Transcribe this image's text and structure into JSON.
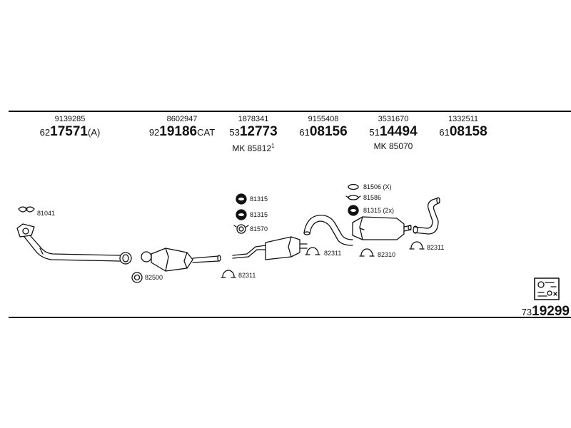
{
  "parts": [
    {
      "small": "9139285",
      "prefix": "62",
      "bold": "17571",
      "suffix": "(A)"
    },
    {
      "small": "8602947",
      "prefix": "92",
      "bold": "19186",
      "suffix": "CAT"
    },
    {
      "small": "1878341",
      "prefix": "53",
      "bold": "12773",
      "suffix": "",
      "mk": "MK 85812",
      "mk_sup": "1"
    },
    {
      "small": "9155408",
      "prefix": "61",
      "bold": "08156",
      "suffix": ""
    },
    {
      "small": "3531670",
      "prefix": "51",
      "bold": "14494",
      "suffix": "",
      "mk": "MK 85070"
    },
    {
      "small": "1332511",
      "prefix": "61",
      "bold": "08158",
      "suffix": ""
    }
  ],
  "callouts": {
    "c81041": "81041",
    "c82500": "82500",
    "c81315a": "81315",
    "c81315b": "81315",
    "c81570": "81570",
    "c82311a": "82311",
    "c82311b": "82311",
    "c81506": "81506 (X)",
    "c81586": "81586",
    "c81315c": "81315 (2x)",
    "c82310": "82310",
    "c82311c": "82311"
  },
  "assembly": {
    "prefix": "73",
    "bold": "19299"
  },
  "colors": {
    "ink": "#111111",
    "background": "#ffffff"
  }
}
